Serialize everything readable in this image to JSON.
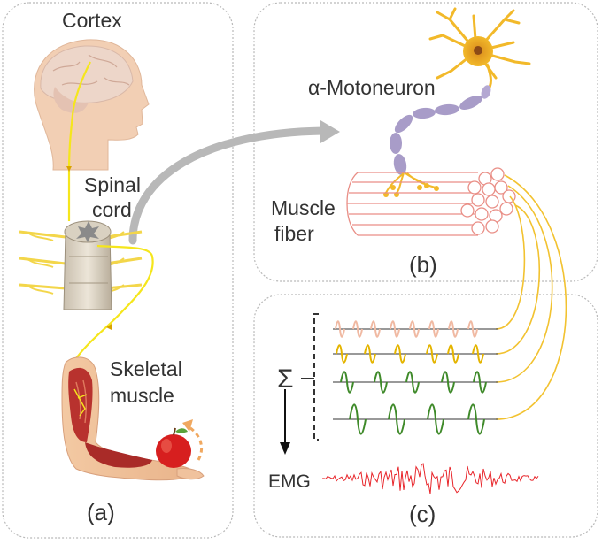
{
  "labels": {
    "cortex": "Cortex",
    "spinal_cord_line1": "Spinal",
    "spinal_cord_line2": "cord",
    "skeletal_muscle_line1": "Skeletal",
    "skeletal_muscle_line2": "muscle",
    "panel_a": "(a)",
    "motoneuron": "α-Motoneuron",
    "muscle_fiber_line1": "Muscle",
    "muscle_fiber_line2": "fiber",
    "panel_b": "(b)",
    "sum_symbol": "Σ",
    "emg": "EMG",
    "panel_c": "(c)"
  },
  "colors": {
    "nerve": "#f5e61c",
    "neuron": "#f2b92a",
    "axon": "#a89cc8",
    "fiber": "#e98e86",
    "spike_light": "#f0b9a2",
    "spike_yellow": "#e4b400",
    "spike_green": "#3f8a2a",
    "emg": "#e8252a",
    "panel_border": "#b9b9b9",
    "arrow": "#b8b8b8"
  }
}
